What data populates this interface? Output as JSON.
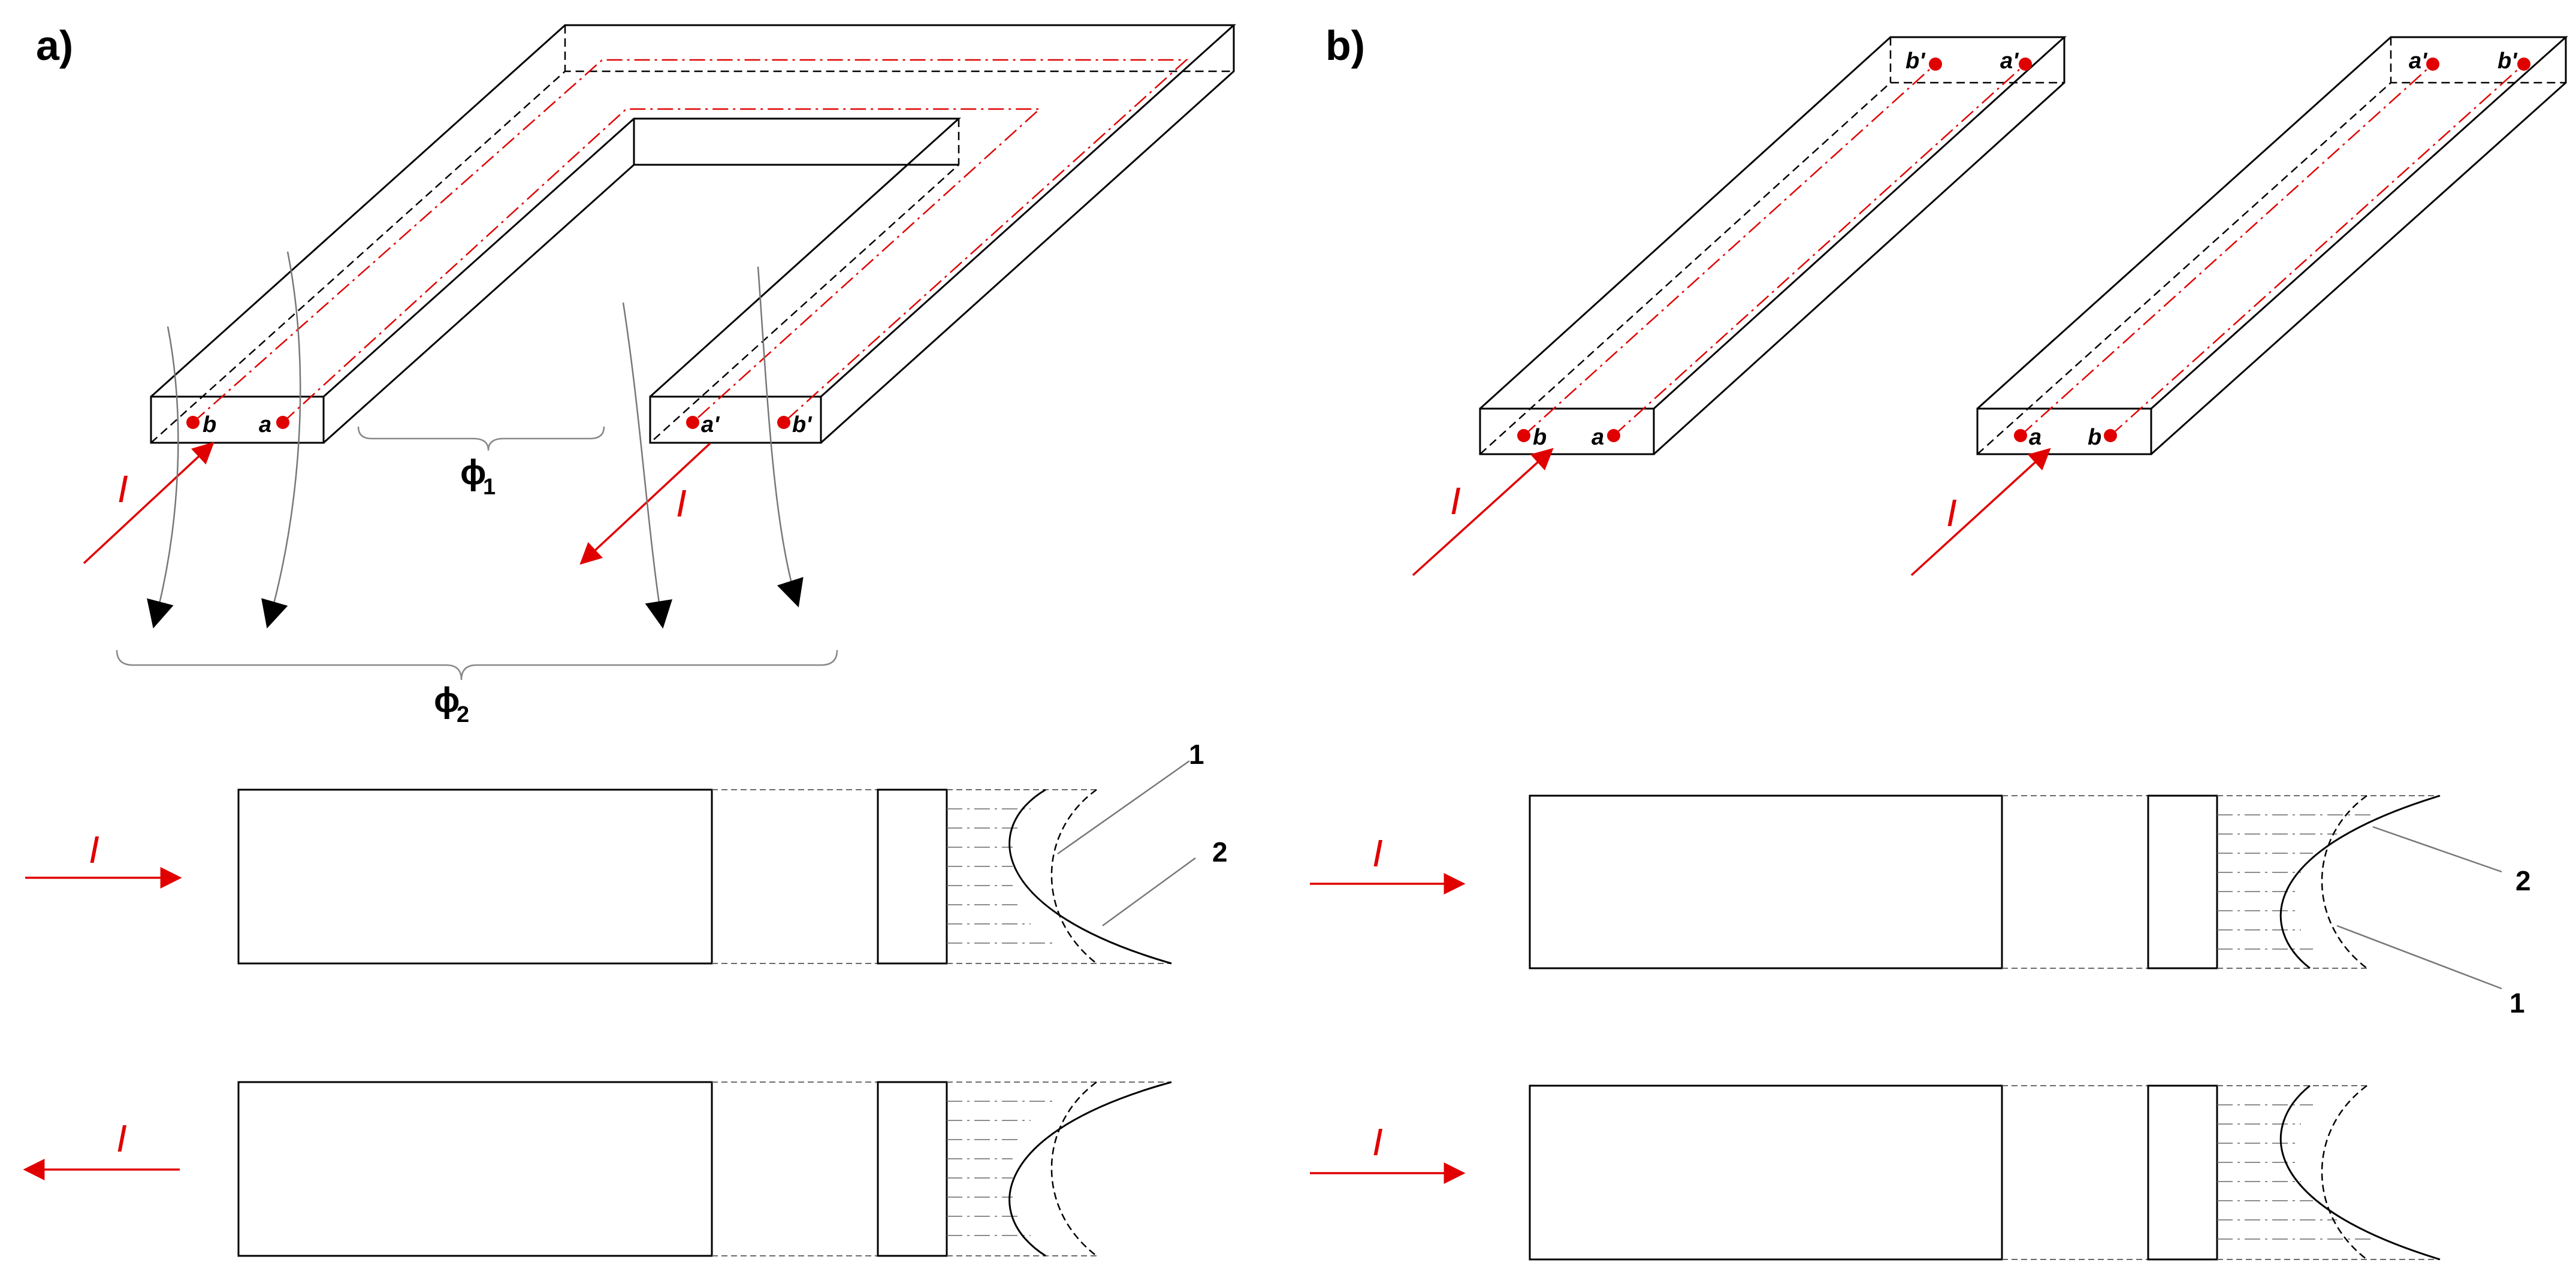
{
  "panels": {
    "a": {
      "label": "a)",
      "point_labels": [
        "b",
        "a",
        "a'",
        "b'"
      ],
      "current_label": "I",
      "flux_labels": {
        "phi1": {
          "symbol": "ϕ",
          "sub": "1"
        },
        "phi2": {
          "symbol": "ϕ",
          "sub": "2"
        }
      }
    },
    "b": {
      "label": "b)",
      "point_labels": {
        "left_front": [
          "b",
          "a"
        ],
        "left_back": [
          "b'",
          "a'"
        ],
        "right_front": [
          "a",
          "b"
        ],
        "right_back": [
          "a'",
          "b'"
        ]
      },
      "current_label": "I"
    }
  },
  "distribution_curve_labels": [
    "1",
    "2"
  ],
  "bottom_arrows": {
    "a_top": {
      "label": "I",
      "direction": "right"
    },
    "a_bottom": {
      "label": "I",
      "direction": "left"
    },
    "b_top": {
      "label": "I",
      "direction": "right"
    },
    "b_bottom": {
      "label": "I",
      "direction": "right"
    }
  },
  "colors": {
    "current": "#e00000",
    "outline": "#000000",
    "flux": "#777777"
  }
}
